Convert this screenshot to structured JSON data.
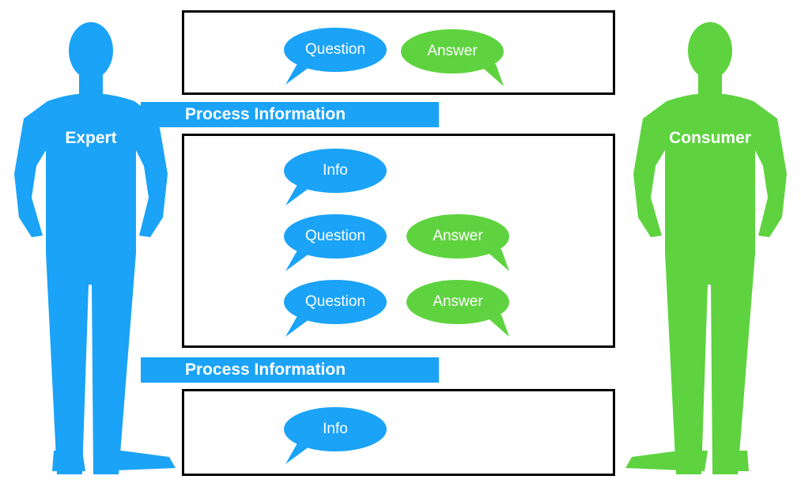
{
  "colors": {
    "expert": "#1aa3f7",
    "consumer": "#5ed33f",
    "panel_border": "#000000"
  },
  "people": {
    "expert": {
      "label": "Expert",
      "icon": "person-silhouette-icon"
    },
    "consumer": {
      "label": "Consumer",
      "icon": "person-silhouette-icon"
    }
  },
  "process_bars": [
    {
      "label": "Process Information"
    },
    {
      "label": "Process Information"
    }
  ],
  "panels": [
    {
      "bubbles": [
        {
          "kind": "expert",
          "text": "Question"
        },
        {
          "kind": "consumer",
          "text": "Answer"
        }
      ]
    },
    {
      "bubbles": [
        {
          "kind": "expert",
          "text": "Info"
        },
        {
          "kind": "expert",
          "text": "Question"
        },
        {
          "kind": "consumer",
          "text": "Answer"
        },
        {
          "kind": "expert",
          "text": "Question"
        },
        {
          "kind": "consumer",
          "text": "Answer"
        }
      ]
    },
    {
      "bubbles": [
        {
          "kind": "expert",
          "text": "Info"
        }
      ]
    }
  ]
}
